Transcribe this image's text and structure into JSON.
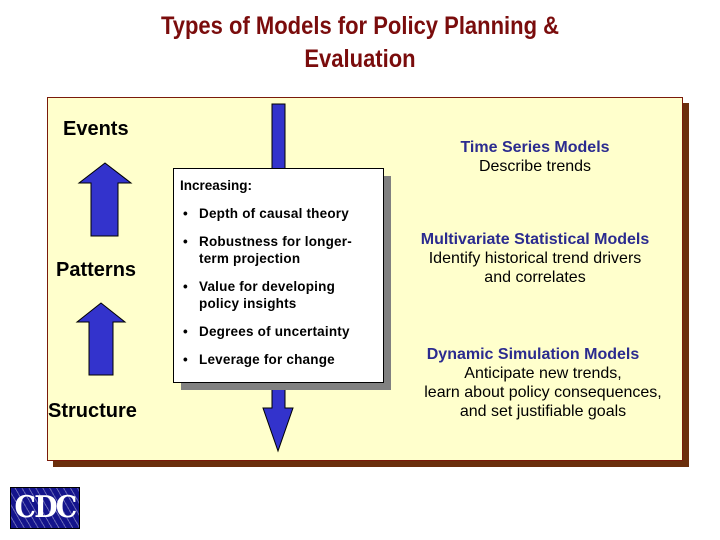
{
  "slide": {
    "title_line1": "Types of Models for Policy Planning &",
    "title_line2": "Evaluation"
  },
  "levels": {
    "events": "Events",
    "patterns": "Patterns",
    "structure": "Structure"
  },
  "increasing_box": {
    "label": "Increasing:",
    "bullet_char": "•",
    "items": [
      {
        "line1": "Depth of causal theory",
        "line2": ""
      },
      {
        "line1": "Robustness for longer-",
        "line2": "term projection"
      },
      {
        "line1": "Value for developing",
        "line2": "policy insights"
      },
      {
        "line1": "Degrees of uncertainty",
        "line2": ""
      },
      {
        "line1": "Leverage for change",
        "line2": ""
      }
    ]
  },
  "models": [
    {
      "name": "Time Series Models",
      "desc1": "Describe trends",
      "desc2": "",
      "desc3": ""
    },
    {
      "name": "Multivariate Statistical Models",
      "desc1": "Identify historical trend drivers",
      "desc2": "and correlates",
      "desc3": ""
    },
    {
      "name": "Dynamic Simulation Models",
      "desc1": "Anticipate new trends,",
      "desc2": "learn about policy consequences,",
      "desc3": "and set justifiable goals"
    }
  ],
  "colors": {
    "title": "#7a0c0c",
    "panel_bg": "#ffffcc",
    "panel_shadow": "#6b2f0c",
    "arrow_fill": "#3333cc",
    "model_name": "#2b2b8f"
  },
  "logo": {
    "text": "CDC"
  }
}
